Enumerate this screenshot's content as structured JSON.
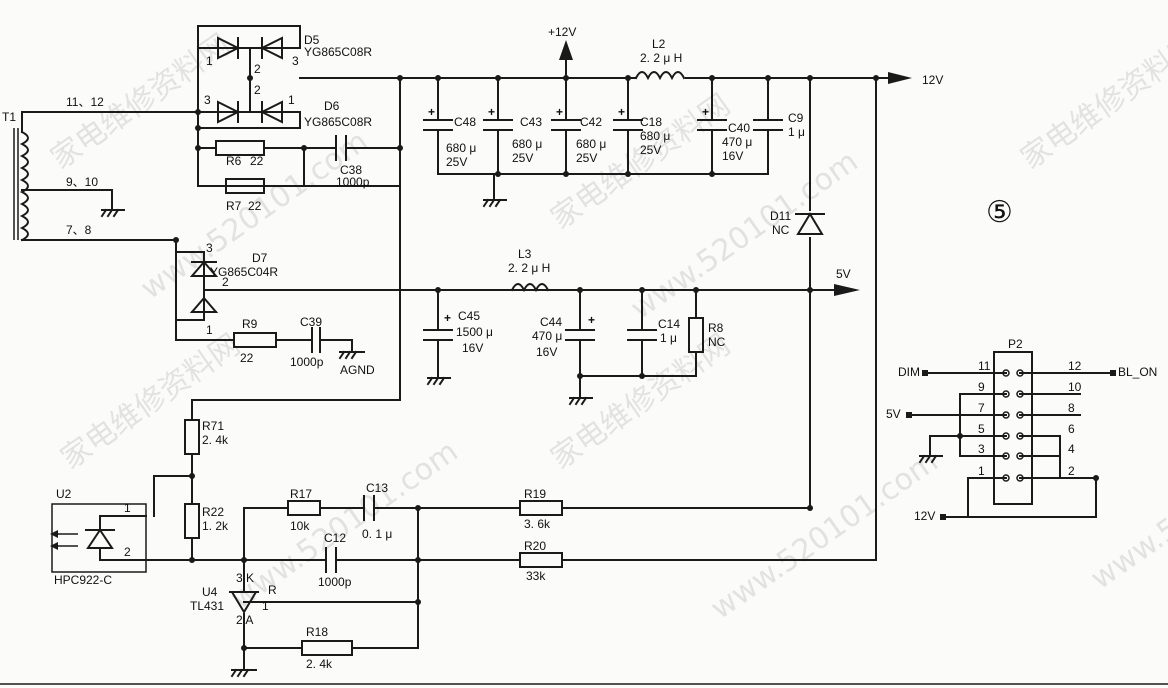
{
  "title_mark": "⑤",
  "watermarks": [
    "家电维修资料网",
    "www.520101.com"
  ],
  "components": {
    "T1": {
      "ref": "T1",
      "pins_a": "11、12",
      "pins_b": "9、10",
      "pins_c": "7、8"
    },
    "D5": {
      "ref": "D5",
      "part": "YG865C08R",
      "p1": "1",
      "p2": "2",
      "p3": "3"
    },
    "D6": {
      "ref": "D6",
      "part": "YG865C08R",
      "p1": "1",
      "p2": "2",
      "p3": "3"
    },
    "D7": {
      "ref": "D7",
      "part": "YG865C04R",
      "p1": "1",
      "p2": "2",
      "p3": "3"
    },
    "R6": {
      "ref": "R6",
      "value": "22"
    },
    "R7": {
      "ref": "R7",
      "value": "22"
    },
    "C38": {
      "ref": "C38",
      "value": "1000p"
    },
    "C48": {
      "ref": "C48",
      "value1": "680 μ",
      "value2": "25V"
    },
    "C43": {
      "ref": "C43",
      "value1": "680 μ",
      "value2": "25V"
    },
    "C42": {
      "ref": "C42",
      "value1": "680 μ",
      "value2": "25V"
    },
    "C18": {
      "ref": "C18",
      "value1": "680 μ",
      "value2": "25V"
    },
    "C40": {
      "ref": "C40",
      "value1": "470 μ",
      "value2": "16V"
    },
    "C9": {
      "ref": "C9",
      "value1": "1 μ"
    },
    "L2": {
      "ref": "L2",
      "value": "2. 2 μ H"
    },
    "D11": {
      "ref": "D11",
      "value": "NC"
    },
    "L3": {
      "ref": "L3",
      "value": "2. 2 μ H"
    },
    "C45": {
      "ref": "C45",
      "value1": "1500 μ",
      "value2": "16V"
    },
    "C44": {
      "ref": "C44",
      "value1": "470 μ",
      "value2": "16V"
    },
    "C14": {
      "ref": "C14",
      "value1": "1 μ"
    },
    "R8": {
      "ref": "R8",
      "value": "NC"
    },
    "R9": {
      "ref": "R9",
      "value": "22"
    },
    "C39": {
      "ref": "C39",
      "value": "1000p"
    },
    "R71": {
      "ref": "R71",
      "value": "2. 4k"
    },
    "R22": {
      "ref": "R22",
      "value": "1. 2k"
    },
    "R17": {
      "ref": "R17",
      "value": "10k"
    },
    "C13": {
      "ref": "C13",
      "value": "0. 1 μ"
    },
    "R19": {
      "ref": "R19",
      "value": "3. 6k"
    },
    "C12": {
      "ref": "C12",
      "value": "1000p"
    },
    "R20": {
      "ref": "R20",
      "value": "33k"
    },
    "R18": {
      "ref": "R18",
      "value": "2. 4k"
    },
    "U2": {
      "ref": "U2",
      "part": "HPC922-C",
      "p1": "1",
      "p2": "2"
    },
    "U4": {
      "ref": "U4",
      "part": "TL431",
      "k": "3 K",
      "r": "R",
      "a": "2 A",
      "rpin": "1"
    }
  },
  "nets": {
    "plus12": "+12V",
    "out12": "12V",
    "out5": "5V",
    "agnd": "AGND"
  },
  "connector": {
    "ref": "P2",
    "dim": "DIM",
    "bl_on": "BL_ON",
    "v5": "5V",
    "v12": "12V",
    "left_pins": [
      "11",
      "9",
      "7",
      "5",
      "3",
      "1"
    ],
    "right_pins": [
      "12",
      "10",
      "8",
      "6",
      "4",
      "2"
    ]
  }
}
